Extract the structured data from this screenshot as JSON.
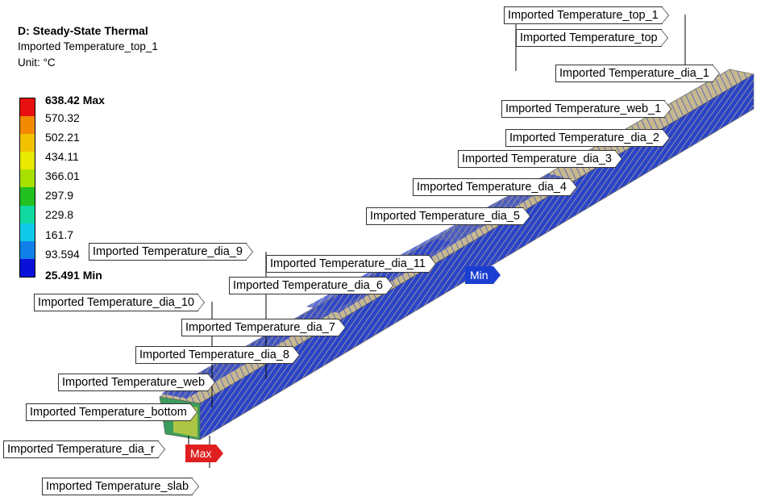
{
  "header": {
    "title": "D: Steady-State Thermal",
    "result": "Imported Temperature_top_1",
    "unit": "Unit: °C"
  },
  "legend": {
    "labels": [
      "638.42 Max",
      "570.32",
      "502.21",
      "434.11",
      "366.01",
      "297.9",
      "229.8",
      "161.7",
      "93.594",
      "25.491 Min"
    ],
    "colors": [
      "#e81010",
      "#f28a00",
      "#f2c200",
      "#e8e800",
      "#a8e000",
      "#22c020",
      "#10d8a0",
      "#10c8e8",
      "#1080e8",
      "#0a10d8"
    ]
  },
  "probes": {
    "max": "Max",
    "min": "Min"
  },
  "tags": [
    "Imported Temperature_top_1",
    "Imported Temperature_top",
    "Imported Temperature_dia_1",
    "Imported Temperature_web_1",
    "Imported Temperature_dia_2",
    "Imported Temperature_dia_3",
    "Imported Temperature_dia_4",
    "Imported Temperature_dia_5",
    "Imported Temperature_dia_9",
    "Imported Temperature_dia_11",
    "Imported Temperature_dia_6",
    "Imported Temperature_dia_10",
    "Imported Temperature_dia_7",
    "Imported Temperature_dia_8",
    "Imported Temperature_web",
    "Imported Temperature_bottom",
    "Imported Temperature_dia_r",
    "Imported Temperature_slab"
  ]
}
